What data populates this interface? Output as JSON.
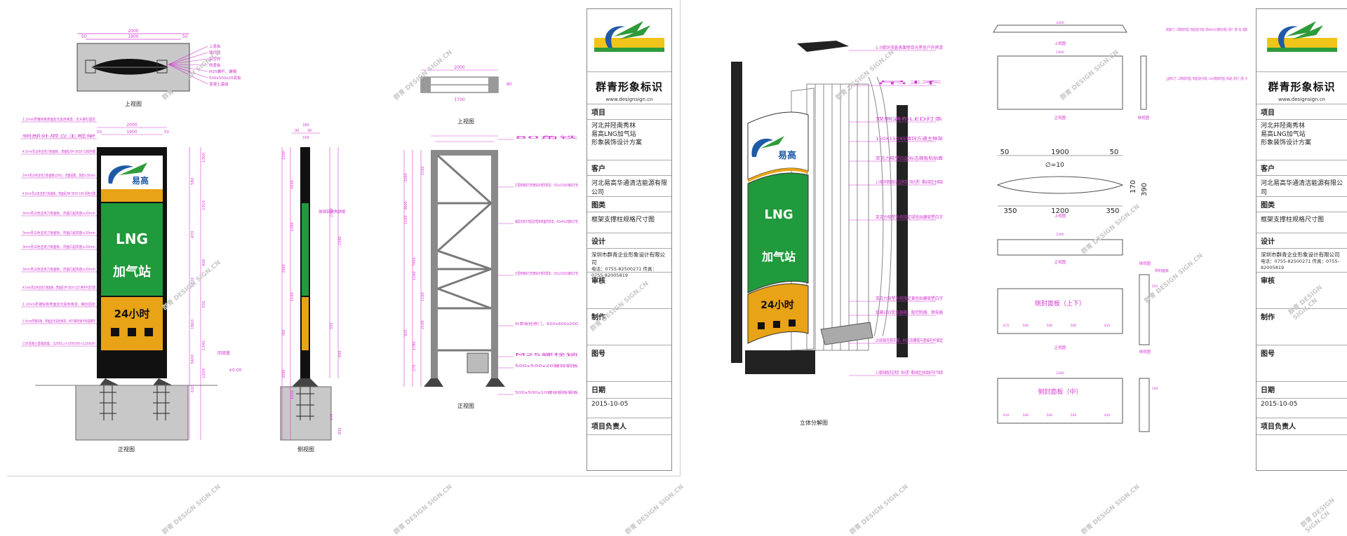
{
  "sheet1": {
    "view_labels": {
      "top": "上视图",
      "front": "正视图",
      "side": "侧视图",
      "frame_top": "上视图",
      "frame_front": "正视图"
    },
    "top_view_dims": [
      "2000",
      "1900",
      "50",
      "50"
    ],
    "top_view_notes": [
      "上盖板",
      "镀锌管",
      "铝型材",
      "侧盖板",
      "M25螺杆、螺帽",
      "500x500x20底板",
      "混凝土基础"
    ],
    "left_notes": [
      "1.2mm厚镀锌板表面亚光黑色烤漆，无头铆钉固定",
      "侧部外层立主框架",
      "4.5mm乳白色亚克力板面板，表面贴3M 3630-33绿色膜",
      "3mm乳白色亚克力板面板LOGO，背面贴膜，高度≥30mm",
      "4.5mm乳白色亚克力板面板，表面贴3M 3630-106 绿色光膜",
      "3mm乳白色亚克力板面板，背面凸起高度≥20mm",
      "3mm乳白色亚克力板面板，背面凸起高度≥20mm",
      "3mm乳白色亚克力板面板，背面凸起高度≥20mm",
      "3mm乳白色亚克力板面板，背面凸起高度≥20mm",
      "4.5mm乳白色亚克力板面板，表面贴3M 3630-125 黄色半透光膜",
      "1.2mm厚镀锌板表面亚光黑色烤漆，螺丝固定",
      "1.5mm厚镀锌板，表面亚光黑色烤漆，M25螺栓锁与地基螺杆",
      "C30混凝土基础底座，3200(L)×1500(W)×1200(H)"
    ],
    "sign_text": {
      "brand": "易高",
      "lng": "LNG",
      "station": "加气站",
      "hours": "24小时"
    },
    "front_dims": [
      "2000",
      "1900",
      "50",
      "50",
      "1360",
      "580",
      "1310",
      "470",
      "400",
      "1220",
      "330",
      "1860",
      "1340",
      "3400",
      "1200",
      "620"
    ],
    "ground_label": "回填基",
    "ground_level": "±0.00",
    "side_dims": [
      "30",
      "30",
      "180",
      "100",
      "1200",
      "2030",
      "2700",
      "2340",
      "3360",
      "1160",
      "550",
      "430",
      "2090",
      "1010",
      "150",
      "830",
      "760",
      "1200"
    ],
    "side_note": "玻璃铝钢角钢框",
    "frame_top_dims": [
      "2000",
      "1700",
      "80"
    ],
    "frame_dims": [
      "3800",
      "7450",
      "2100",
      "3260",
      "1780",
      "1160",
      "1160",
      "1160",
      "1160",
      "920",
      "270"
    ],
    "frame_notes": [
      "80角铁",
      "主框架镀锌方管镀锌外表防锈漆，150x150x5镀锌方管",
      "辅助支撑方管固定框架表面防锈漆，40x40x3镀锌方管",
      "主框架镀锌方管镀锌外表防锈漆，150x150x5镀锌方管",
      "外表板检修门，600x600x200",
      "M25螺栓锁",
      "500x500x20镀锌钢板",
      "500x500x10镀锌钢板钢板"
    ]
  },
  "sheet2": {
    "view_label": "立体分解图",
    "exploded_notes": [
      "1.0镀锌顶盖表面喷亚光黑色户外烤漆",
      "吊环",
      "双侧满布LED灯条",
      "150X150X5镀锌方通主框架",
      "亚克力吸塑凸起标志面板粘贴面",
      "1.0镀锌钢面板折边烤漆（哑光黑）螺丝固定主框架",
      "亚克力吸塑外壳指定绿色贴膜吸塑白字",
      "亚克力吸塑外壳指定黄色贴膜吸塑白字",
      "铝箱LED变压器箱，配控制器、继电器",
      "20底板柱脚支撑，M25双螺帽与基础柱杆固定",
      "1.0镀锌面板折边烤漆（哑光黑）螺丝固定主框架便于拆下维修"
    ],
    "right_top_notes": [
      "侧封面板工艺：1.2厚镀锌板折弯成型，喷涂面光黑色户外烤漆；配M6x60mm内六角螺栓共头螺栓；间距4个；数量：8套，2套钢板",
      "上盖板材料工艺：1.2厚镀锌板折弯成型，喷涂面光黑色户外烤漆；1.5mm厚镀锌板折弯成型；喷涂黑色，结构尺寸；数量：1件"
    ],
    "sec_views": [
      "上视图",
      "正视图",
      "侧视图",
      "上视图",
      "正视图",
      "侧视图",
      "正视图",
      "侧视图"
    ],
    "panel_labels": [
      "侧封面板（上下）",
      "侧封面板（中）"
    ],
    "big_dims": [
      "50",
      "1900",
      "50",
      "350",
      "1200",
      "350",
      "170",
      "390"
    ],
    "radius_label": "∅=10",
    "small_dims": [
      "2000",
      "1900",
      "2300",
      "2340",
      "415",
      "500",
      "500",
      "500",
      "415",
      "420",
      "500",
      "500",
      "500",
      "420",
      "250",
      "100"
    ],
    "side_label": "侧封面板"
  },
  "titleblock": {
    "company": "群青形象标识",
    "website": "www.designsign.cn",
    "project_label": "项目",
    "project_lines": [
      "河北井陉南秀林",
      "易高LNG加气站",
      "形象装饰设计方案"
    ],
    "client_label": "客户",
    "client": "河北易高华通清洁能源有限公司",
    "type_label": "图类",
    "type": "框架支撑柱规格尺寸图",
    "design_label": "设计",
    "design_company": "深圳市群青企业形象设计有限公司",
    "design_contact": "电话：0755-82500271    传真：0755-82005819",
    "review_label": "审核",
    "make_label": "制作",
    "drawing_no_label": "图号",
    "date_label": "日期",
    "date": "2015-10-05",
    "owner_label": "项目负责人"
  },
  "watermark": {
    "text": "群青 DESIGN SIGN.CN"
  },
  "colors": {
    "sign_green": "#1f9a3c",
    "sign_yellow": "#e8a316",
    "sign_white": "#ffffff",
    "black": "#111111",
    "dim_magenta": "#d23ad2",
    "frame_gray": "#7a7a7a",
    "logo_blue": "#1f5aa6",
    "logo_green": "#2e9b3a",
    "logo_yellow": "#f1c41b"
  }
}
